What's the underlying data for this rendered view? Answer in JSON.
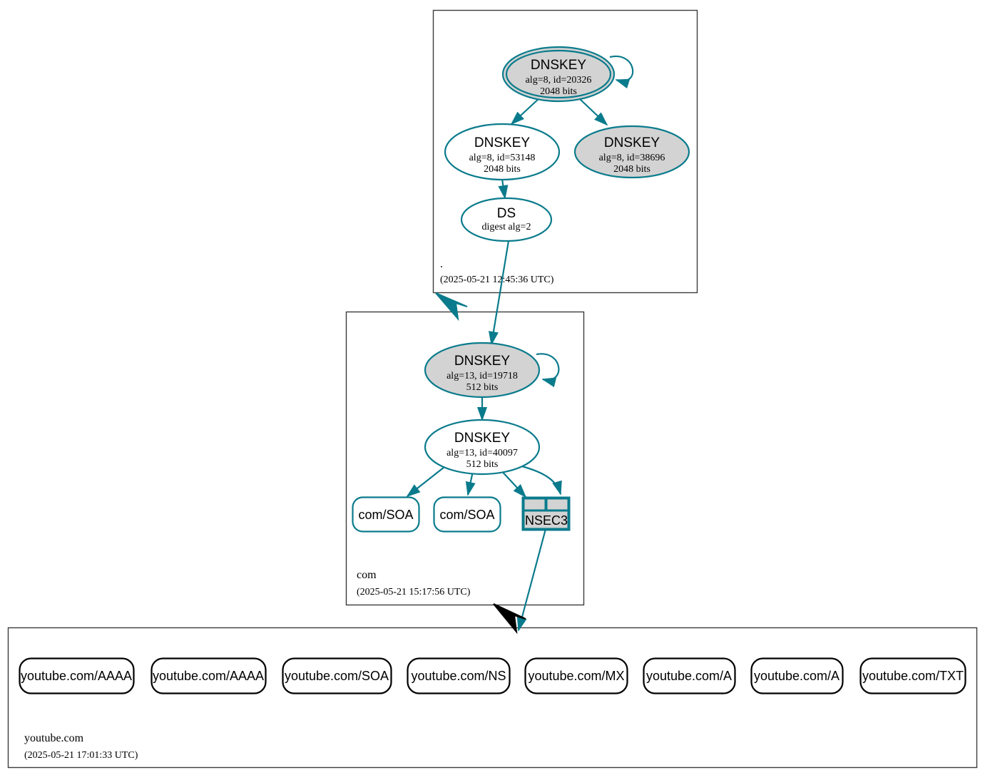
{
  "graph": {
    "type": "dnssec-authentication-chain",
    "accent_color": "#0a7b8c",
    "secure_fill": "#d3d3d3",
    "insecure_fill": "#ffffff",
    "zone_border_color": "#3c3c3c"
  },
  "zones": [
    {
      "id": "root",
      "name": ".",
      "date": "(2025-05-21 12:45:36 UTC)",
      "nodes": [
        {
          "id": "root-ksk",
          "kind": "DNSKEY",
          "title": "DNSKEY",
          "line2": "alg=8, id=20326",
          "line3": "2048 bits",
          "trust_anchor": true,
          "shaded": true
        },
        {
          "id": "root-zsk-53148",
          "kind": "DNSKEY",
          "title": "DNSKEY",
          "line2": "alg=8, id=53148",
          "line3": "2048 bits",
          "trust_anchor": false,
          "shaded": false
        },
        {
          "id": "root-key-38696",
          "kind": "DNSKEY",
          "title": "DNSKEY",
          "line2": "alg=8, id=38696",
          "line3": "2048 bits",
          "trust_anchor": false,
          "shaded": true
        },
        {
          "id": "root-ds",
          "kind": "DS",
          "title": "DS",
          "line2": "digest alg=2",
          "line3": "",
          "trust_anchor": false,
          "shaded": false
        }
      ]
    },
    {
      "id": "com",
      "name": "com",
      "date": "(2025-05-21 15:17:56 UTC)",
      "nodes": [
        {
          "id": "com-ksk",
          "kind": "DNSKEY",
          "title": "DNSKEY",
          "line2": "alg=13, id=19718",
          "line3": "512 bits",
          "trust_anchor": false,
          "shaded": true
        },
        {
          "id": "com-zsk",
          "kind": "DNSKEY",
          "title": "DNSKEY",
          "line2": "alg=13, id=40097",
          "line3": "512 bits",
          "trust_anchor": false,
          "shaded": false
        }
      ],
      "rrsets": [
        {
          "id": "com-soa-1",
          "label": "com/SOA"
        },
        {
          "id": "com-soa-2",
          "label": "com/SOA"
        }
      ],
      "nsec": {
        "id": "com-nsec3",
        "label": "NSEC3"
      }
    },
    {
      "id": "youtube",
      "name": "youtube.com",
      "date": "(2025-05-21 17:01:33 UTC)",
      "rrsets": [
        {
          "id": "yt-aaaa-1",
          "label": "youtube.com/AAAA"
        },
        {
          "id": "yt-aaaa-2",
          "label": "youtube.com/AAAA"
        },
        {
          "id": "yt-soa",
          "label": "youtube.com/SOA"
        },
        {
          "id": "yt-ns",
          "label": "youtube.com/NS"
        },
        {
          "id": "yt-mx",
          "label": "youtube.com/MX"
        },
        {
          "id": "yt-a-1",
          "label": "youtube.com/A"
        },
        {
          "id": "yt-a-2",
          "label": "youtube.com/A"
        },
        {
          "id": "yt-txt",
          "label": "youtube.com/TXT"
        }
      ]
    }
  ]
}
